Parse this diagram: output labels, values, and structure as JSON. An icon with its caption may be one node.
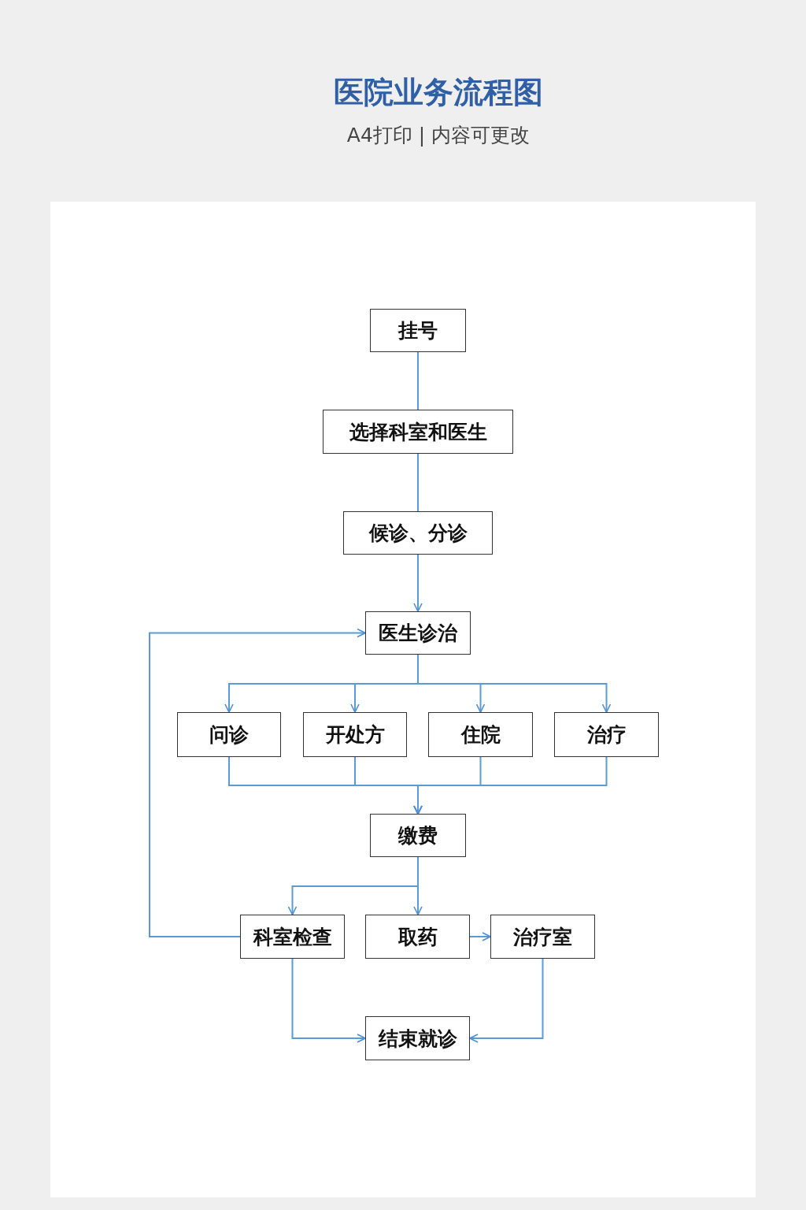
{
  "diagram": {
    "title": "医院业务流程图",
    "nodes": [
      {
        "text": [
          "挂号"
        ]
      },
      {
        "text": [
          "选择科室和医生"
        ]
      },
      {
        "text": [
          "候诊、分诊"
        ]
      },
      {
        "text": [
          "医生诊治"
        ]
      },
      {
        "text": [
          "问诊"
        ]
      },
      {
        "text": [
          "开处方"
        ]
      },
      {
        "text": [
          "住院"
        ]
      },
      {
        "text": [
          "治疗"
        ]
      },
      {
        "text": [
          "缴费"
        ]
      },
      {
        "text": [
          "科室检查"
        ]
      },
      {
        "text": [
          "取药"
        ]
      },
      {
        "text": [
          "治疗室"
        ]
      },
      {
        "text": [
          "结束就诊"
        ]
      }
    ],
    "edges": [
      {
        "from": 0,
        "to": 1,
        "arrow": "none"
      },
      {
        "from": 1,
        "to": 2,
        "arrow": "none"
      },
      {
        "from": 2,
        "to": 3,
        "arrow": "to"
      },
      {
        "from": 3,
        "to": 4,
        "arrow": "to"
      },
      {
        "from": 3,
        "to": 5,
        "arrow": "to"
      },
      {
        "from": 3,
        "to": 6,
        "arrow": "to"
      },
      {
        "from": 3,
        "to": 7,
        "arrow": "to"
      },
      {
        "from": 4,
        "to": 8,
        "arrow": "to"
      },
      {
        "from": 5,
        "to": 8,
        "arrow": "to"
      },
      {
        "from": 6,
        "to": 8,
        "arrow": "to"
      },
      {
        "from": 7,
        "to": 8,
        "arrow": "to"
      },
      {
        "from": 8,
        "to": 9,
        "arrow": "to"
      },
      {
        "from": 8,
        "to": 10,
        "arrow": "to"
      },
      {
        "from": 10,
        "to": 11,
        "arrow": "to"
      },
      {
        "from": 9,
        "to": 3,
        "arrow": "to"
      },
      {
        "from": 9,
        "to": 12,
        "arrow": "to"
      },
      {
        "from": 11,
        "to": 12,
        "arrow": "to"
      }
    ],
    "labels": [
      "A4打印 | 内容可更改"
    ]
  }
}
